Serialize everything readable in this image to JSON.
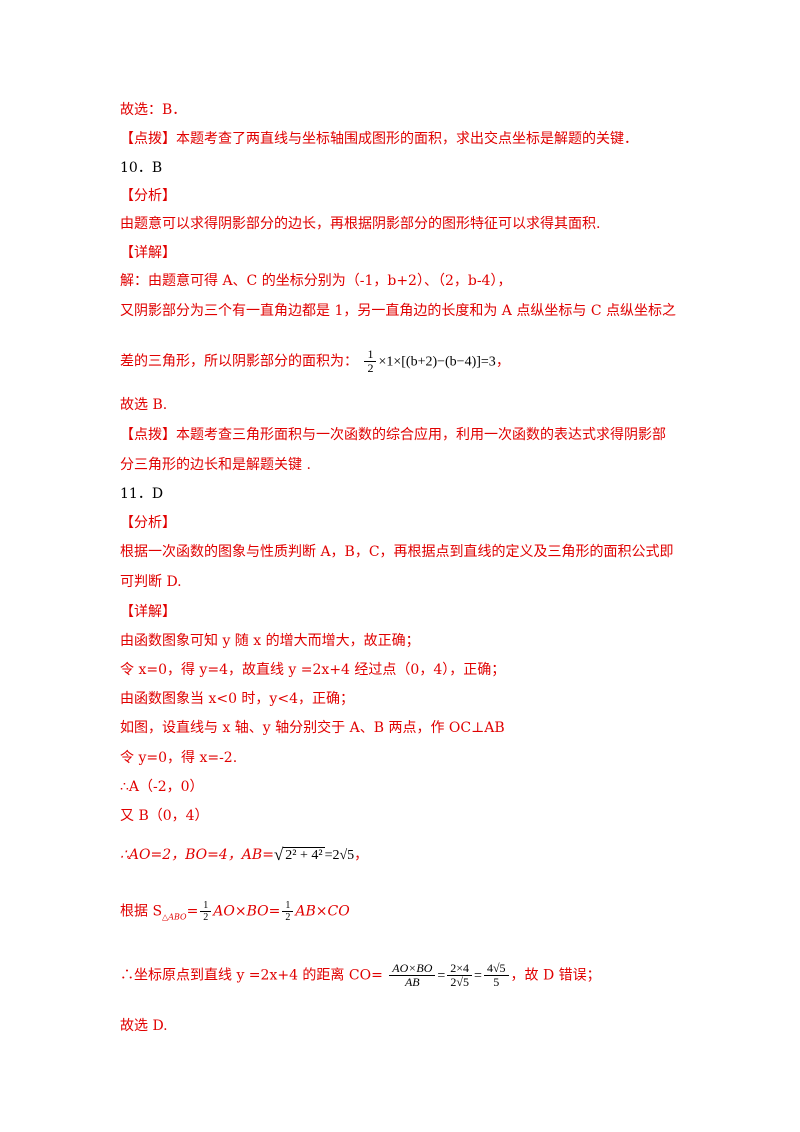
{
  "lines": {
    "l1": "故选：B．",
    "l2": "【点拨】本题考查了两直线与坐标轴围成图形的面积，求出交点坐标是解题的关键．",
    "l3": "10．B",
    "l4": "【分析】",
    "l5": "由题意可以求得阴影部分的边长，再根据阴影部分的图形特征可以求得其面积.",
    "l6": "【详解】",
    "l7": "解：由题意可得 A、C 的坐标分别为（-1，b+2）、（2，b-4），",
    "l8": "又阴影部分为三个有一直角边都是 1，另一直角边的长度和为 A 点纵坐标与 C 点纵坐标之",
    "l9_text": "差的三角形，所以阴影部分的面积为：",
    "l9_formula": "×1×[(b+2)−(b−4)]=3",
    "l9_end": "，",
    "l10": "故选 B.",
    "l11": "【点拨】本题考查三角形面积与一次函数的综合应用，利用一次函数的表达式求得阴影部",
    "l12": "分三角形的边长和是解题关键 .",
    "l13": "11．D",
    "l14": "【分析】",
    "l15": "根据一次函数的图象与性质判断 A，B，C，再根据点到直线的定义及三角形的面积公式即",
    "l16": "可判断 D.",
    "l17": "【详解】",
    "l18": "由函数图象可知 y 随 x 的增大而增大，故正确；",
    "l19": "令 x=0，得 y=4，故直线 y =2x+4 经过点（0，4），正确；",
    "l20": "由函数图象当 x<0 时，y<4，正确；",
    "l21": "如图，设直线与 x 轴、y 轴分别交于 A、B 两点，作 OC⊥AB",
    "l22": "令 y=0，得 x=-2.",
    "l23": "∴A（-2，0）",
    "l24": "又 B（0，4）",
    "l25_text": "∴AO=2，BO=4，AB=",
    "l25_formula": "=2√5",
    "l25_end": "，",
    "l26_a": "根据 S",
    "l26_sub": "△ABO",
    "l26_b": "=",
    "l26_c": "AO×BO=",
    "l26_d": "AB×CO",
    "l27_text": "∴坐标原点到直线 y =2x+4 的距离 CO=",
    "l27_end": "，故 D 错误；",
    "l28": "故选 D."
  },
  "math": {
    "half_num": "1",
    "half_den": "2",
    "ab_expr": "2² + 4²",
    "f1_num": "AO×BO",
    "f1_den": "AB",
    "f2_num": "2×4",
    "f2_den": "2√5",
    "f3_num": "4√5",
    "f3_den": "5",
    "eq": "="
  },
  "colors": {
    "text": "#000000",
    "red": "#e00000"
  }
}
